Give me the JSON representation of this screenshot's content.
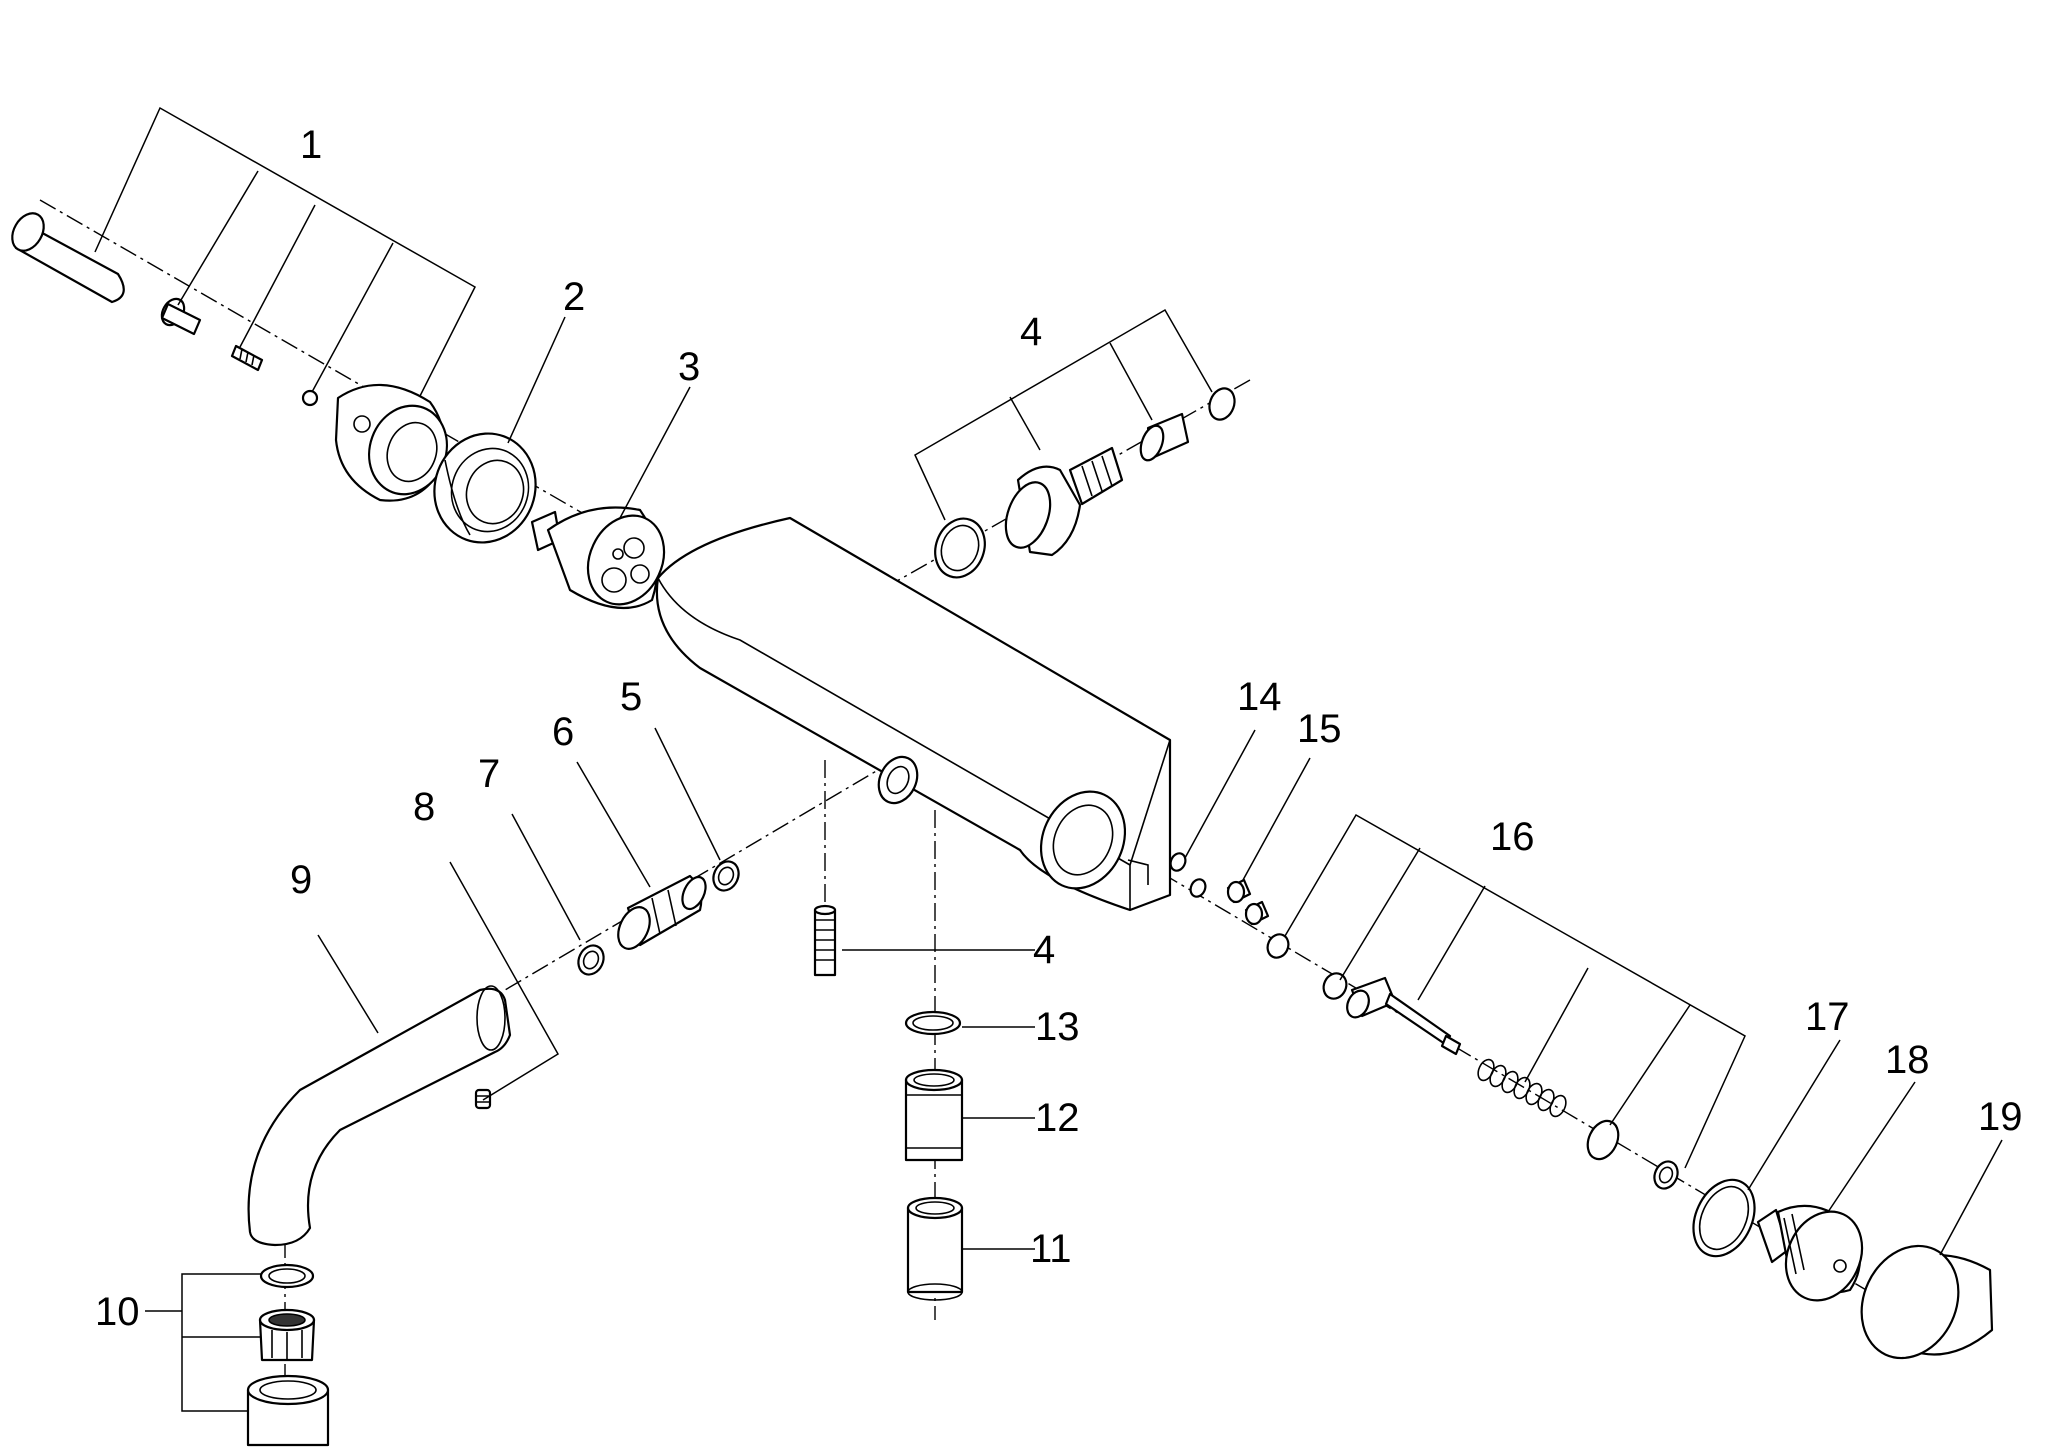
{
  "callouts": {
    "c1": "1",
    "c2": "2",
    "c3": "3",
    "c4a": "4",
    "c4b": "4",
    "c5": "5",
    "c6": "6",
    "c7": "7",
    "c8": "8",
    "c9": "9",
    "c10": "10",
    "c11": "11",
    "c12": "12",
    "c13": "13",
    "c14": "14",
    "c15": "15",
    "c16": "16",
    "c17": "17",
    "c18": "18",
    "c19": "19"
  },
  "colors": {
    "line": "#000000",
    "background": "#ffffff"
  }
}
